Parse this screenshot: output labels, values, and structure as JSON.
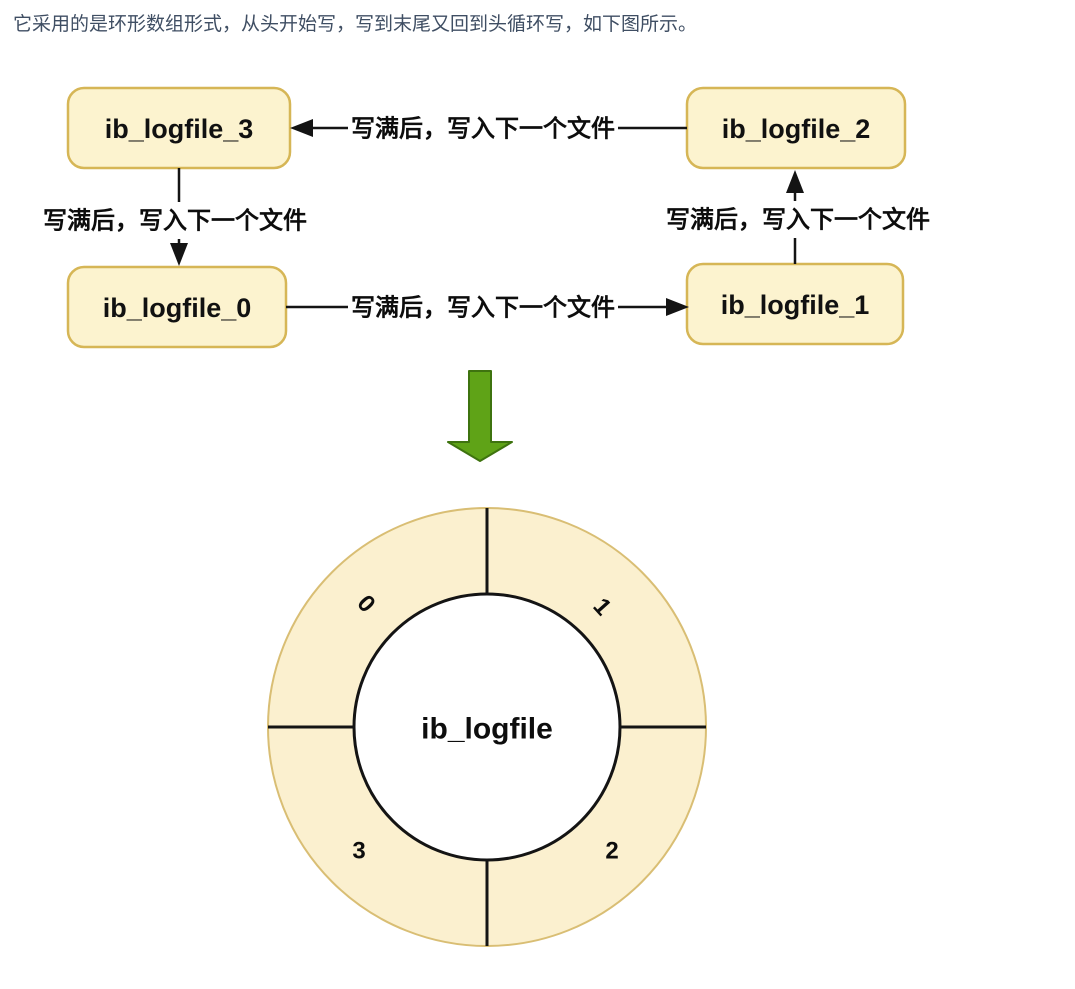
{
  "page": {
    "background": "#ffffff",
    "intro_text": "它采用的是环形数组形式，从头开始写，写到末尾又回到头循环写，如下图所示。",
    "intro_text_color": "#3F4E63"
  },
  "flowchart": {
    "nodes": [
      {
        "label": "ib_logfile_0"
      },
      {
        "label": "ib_logfile_1"
      },
      {
        "label": "ib_logfile_2"
      },
      {
        "label": "ib_logfile_3"
      }
    ],
    "edges": [
      {
        "from": "ib_logfile_0",
        "to": "ib_logfile_1",
        "label": "写满后，写入下一个文件"
      },
      {
        "from": "ib_logfile_1",
        "to": "ib_logfile_2",
        "label": "写满后，写入下一个文件"
      },
      {
        "from": "ib_logfile_2",
        "to": "ib_logfile_3",
        "label": "写满后，写入下一个文件"
      },
      {
        "from": "ib_logfile_3",
        "to": "ib_logfile_0",
        "label": "写满后，写入下一个文件"
      }
    ],
    "node_fill": "#FCF3CF",
    "node_border": "#D6B656",
    "line_color": "#141414"
  },
  "transition": {
    "arrow_color": "#5FA317",
    "arrow_border": "#3E730F"
  },
  "ring": {
    "center_label": "ib_logfile",
    "segments": [
      "0",
      "1",
      "2",
      "3"
    ],
    "fill": "#FBF0CF",
    "border": "#D9BE74"
  }
}
